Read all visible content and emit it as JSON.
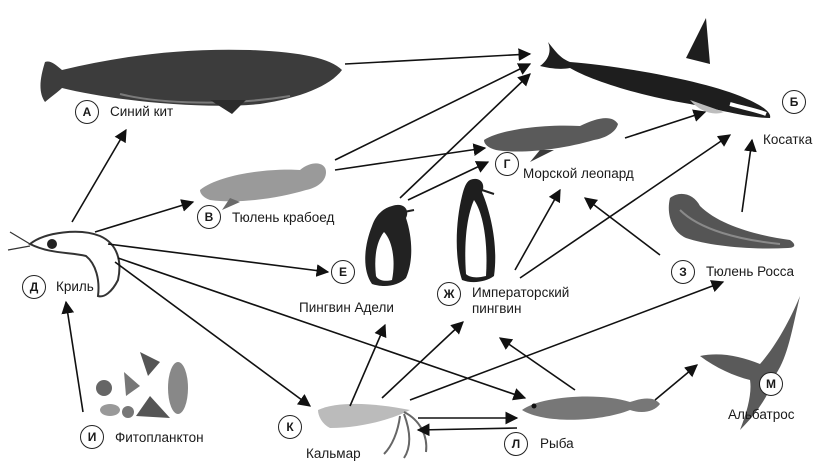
{
  "diagram": {
    "nodes": [
      {
        "id": "A",
        "letter": "А",
        "name": "Синий кит"
      },
      {
        "id": "B",
        "letter": "Б",
        "name": "Косатка"
      },
      {
        "id": "V",
        "letter": "В",
        "name": "Тюлень крабоед"
      },
      {
        "id": "G",
        "letter": "Г",
        "name": "Морской леопард"
      },
      {
        "id": "D",
        "letter": "Д",
        "name": "Криль"
      },
      {
        "id": "E",
        "letter": "Е",
        "name": "Пингвин Адели"
      },
      {
        "id": "ZH",
        "letter": "Ж",
        "name_line1": "Императорский",
        "name_line2": "пингвин"
      },
      {
        "id": "Z",
        "letter": "З",
        "name": "Тюлень Росса"
      },
      {
        "id": "I",
        "letter": "И",
        "name": "Фитопланктон"
      },
      {
        "id": "K",
        "letter": "К",
        "name": "Кальмар"
      },
      {
        "id": "L",
        "letter": "Л",
        "name": "Рыба"
      },
      {
        "id": "M",
        "letter": "М",
        "name": "Альбатрос"
      }
    ],
    "edges": [
      {
        "from": "I",
        "to": "D"
      },
      {
        "from": "D",
        "to": "A"
      },
      {
        "from": "D",
        "to": "V"
      },
      {
        "from": "D",
        "to": "E"
      },
      {
        "from": "D",
        "to": "K"
      },
      {
        "from": "D",
        "to": "L"
      },
      {
        "from": "A",
        "to": "B"
      },
      {
        "from": "V",
        "to": "B"
      },
      {
        "from": "V",
        "to": "G"
      },
      {
        "from": "E",
        "to": "B"
      },
      {
        "from": "E",
        "to": "G"
      },
      {
        "from": "G",
        "to": "B"
      },
      {
        "from": "ZH",
        "to": "G"
      },
      {
        "from": "ZH",
        "to": "B"
      },
      {
        "from": "Z",
        "to": "G"
      },
      {
        "from": "Z",
        "to": "B"
      },
      {
        "from": "K",
        "to": "E"
      },
      {
        "from": "K",
        "to": "ZH"
      },
      {
        "from": "K",
        "to": "Z"
      },
      {
        "from": "K",
        "to": "L"
      },
      {
        "from": "L",
        "to": "K"
      },
      {
        "from": "L",
        "to": "ZH"
      },
      {
        "from": "L",
        "to": "M"
      }
    ]
  }
}
